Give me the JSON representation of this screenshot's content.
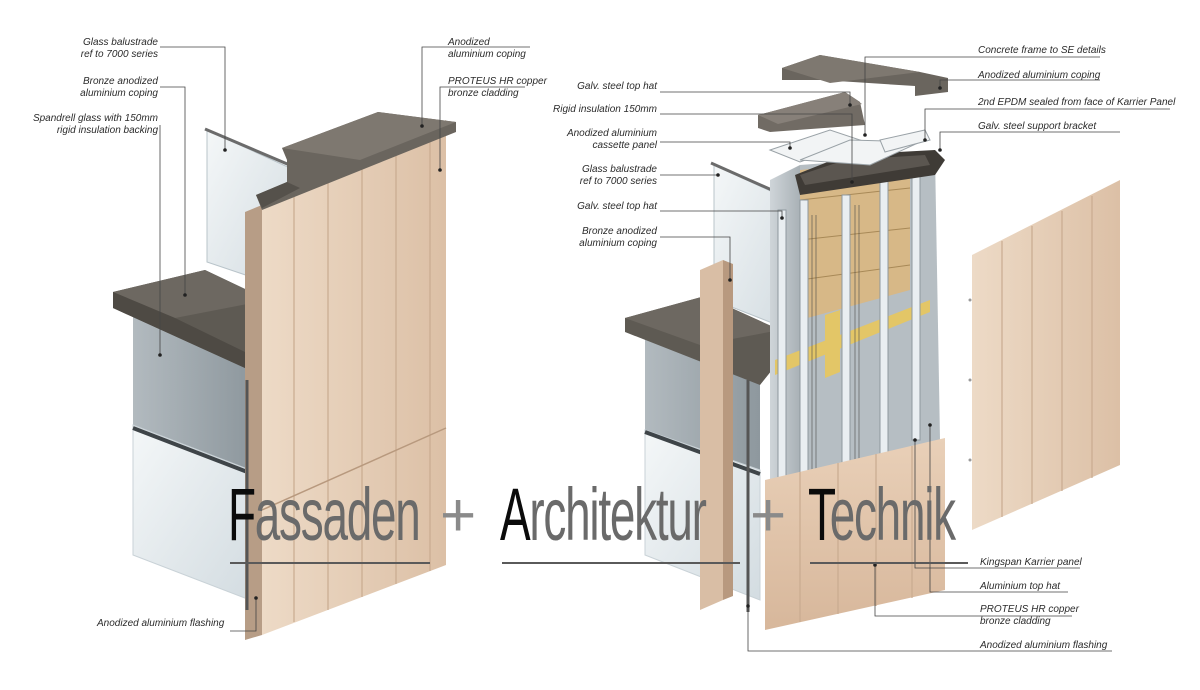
{
  "title": {
    "word1": {
      "first": "F",
      "rest": "assaden"
    },
    "plus1": "+",
    "word2": {
      "first": "A",
      "rest": "rchitektur"
    },
    "plus2": "+",
    "word3": {
      "first": "T",
      "rest": "echnik"
    }
  },
  "left_labels": {
    "glass_balustrade": [
      "Glass balustrade",
      "ref to 7000 series"
    ],
    "bronze_coping": [
      "Bronze anodized",
      "aluminium coping"
    ],
    "spandrel": [
      "Spandrell glass with 150mm",
      "rigid insulation backing"
    ],
    "flashing": "Anodized aluminium flashing",
    "anod_coping": [
      "Anodized",
      "aluminium coping"
    ],
    "proteus": [
      "PROTEUS HR copper",
      "bronze cladding"
    ]
  },
  "right_labels": {
    "concrete_frame": "Concrete frame to SE details",
    "anod_coping": "Anodized aluminium coping",
    "epdm": "2nd EPDM sealed from face of Karrier Panel",
    "support_bracket": "Galv. steel support bracket",
    "top_hat_1": "Galv. steel top hat",
    "rigid_insulation": "Rigid insulation 150mm",
    "cassette": [
      "Anodized aluminium",
      "cassette panel"
    ],
    "glass_balustrade": [
      "Glass balustrade",
      "ref to 7000 series"
    ],
    "top_hat_2": "Galv. steel top hat",
    "bronze_coping": [
      "Bronze anodized",
      "aluminium coping"
    ],
    "kingspan": "Kingspan Karrier panel",
    "alu_top_hat": "Aluminium top hat",
    "proteus": [
      "PROTEUS HR copper",
      "bronze cladding"
    ],
    "flashing": "Anodized aluminium flashing"
  },
  "colors": {
    "cladding": "#e6cdb6",
    "cladding_shade": "#d4b69c",
    "coping": "#5e5a53",
    "coping_light": "#77716a",
    "glass": "#dfe6ea",
    "spandrel": "#9aa3a8",
    "leader": "#444444"
  }
}
